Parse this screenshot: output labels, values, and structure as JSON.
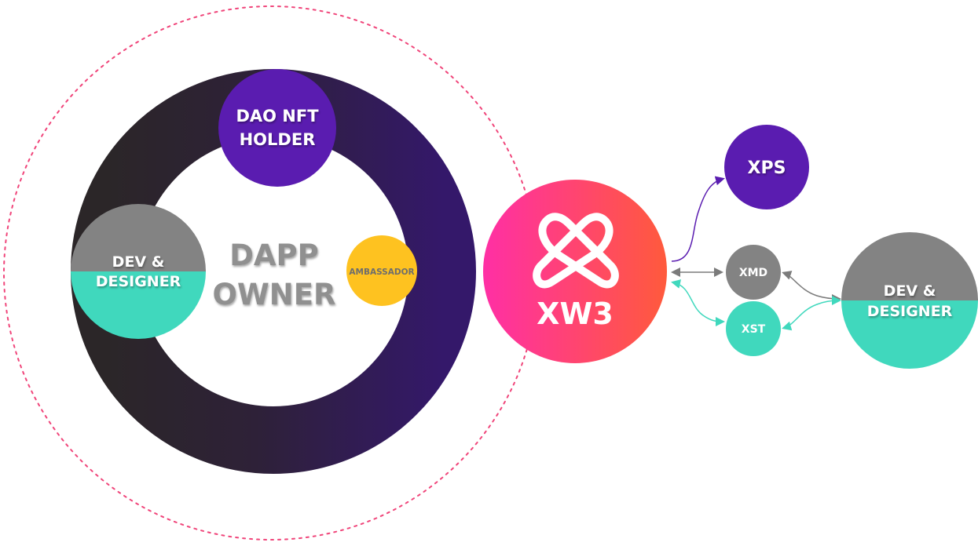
{
  "diagram": {
    "core": {
      "title_line1": "DAPP",
      "title_line2": "OWNER"
    },
    "ring_members": {
      "dao_nft_holder": {
        "line1": "DAO NFT",
        "line2": "HOLDER"
      },
      "dev_designer": {
        "line1": "DEV &",
        "line2": "DESIGNER"
      },
      "ambassador": {
        "label": "AMBASSADOR"
      }
    },
    "hub": {
      "label": "XW3",
      "logo_icon": "xw3-infinity-x-logo"
    },
    "tokens": {
      "xps": {
        "label": "XPS"
      },
      "xmd": {
        "label": "XMD"
      },
      "xst": {
        "label": "XST"
      }
    },
    "external_dev_designer": {
      "line1": "DEV &",
      "line2": "DESIGNER"
    },
    "colors": {
      "dotted_circle": "#f0457a",
      "ring_dark": "#2b2628",
      "ring_purple": "#34186a",
      "dao_purple": "#5a1cb0",
      "xps_purple": "#5a1cb0",
      "teal": "#40d8bd",
      "gray": "#838383",
      "amber": "#fec220",
      "hub_pink": "#ff2fa5",
      "hub_orange": "#ff5a3c",
      "core_text": "#909090",
      "ambassador_text": "#6d6d6d",
      "arrow_purple": "#5a1cb0",
      "arrow_gray": "#7b7b7b",
      "arrow_teal": "#40d8bd"
    }
  }
}
